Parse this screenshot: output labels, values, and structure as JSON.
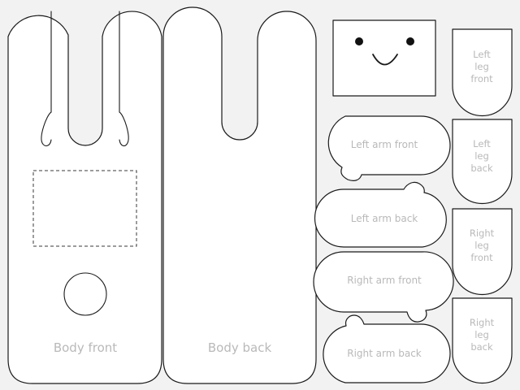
{
  "pieces": {
    "body_front": "Body front",
    "body_back": "Body back",
    "left_arm_front": "Left arm front",
    "left_arm_back": "Left arm back",
    "right_arm_front": "Right arm front",
    "right_arm_back": "Right arm back",
    "left_leg_front": [
      "Left",
      "leg",
      "front"
    ],
    "left_leg_back": [
      "Left",
      "leg",
      "back"
    ],
    "right_leg_front": [
      "Right",
      "leg",
      "front"
    ],
    "right_leg_back": [
      "Right",
      "leg",
      "back"
    ]
  },
  "colors": {
    "background": "#f2f2f2",
    "piece_fill": "#ffffff",
    "outline": "#1a1a1a",
    "label": "#b9b9b9"
  }
}
